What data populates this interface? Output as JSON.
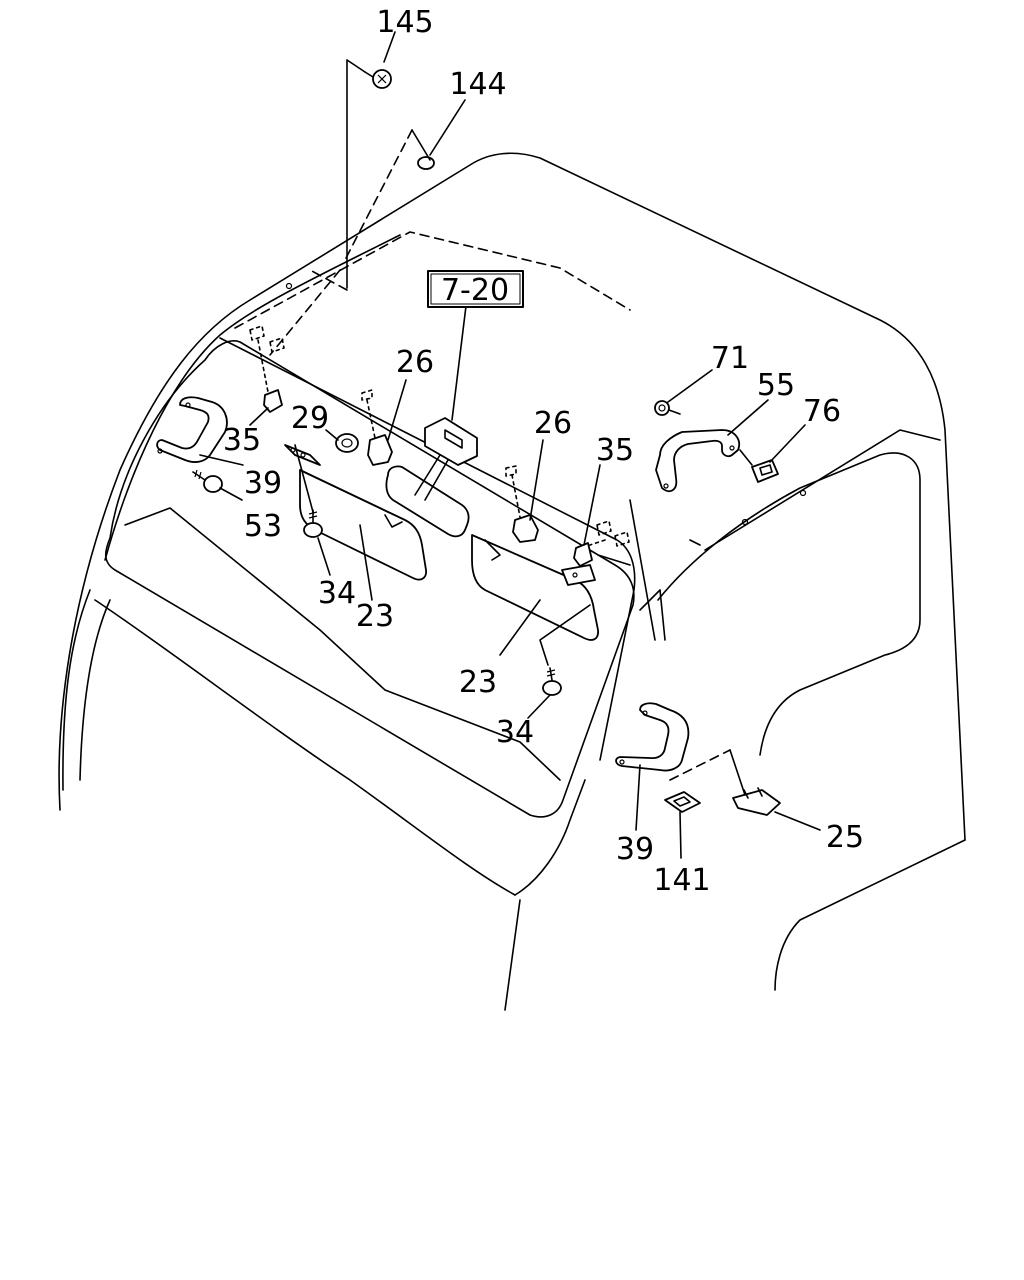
{
  "diagram": {
    "reference_box": "7-20",
    "callouts": {
      "c145": "145",
      "c144": "144",
      "c26_left": "26",
      "c26_right": "26",
      "c29": "29",
      "c35_left": "35",
      "c35_right": "35",
      "c39_left": "39",
      "c39_right": "39",
      "c53": "53",
      "c34_left": "34",
      "c34_right": "34",
      "c23_left": "23",
      "c23_right": "23",
      "c71": "71",
      "c55": "55",
      "c76": "76",
      "c141": "141",
      "c25": "25"
    }
  }
}
